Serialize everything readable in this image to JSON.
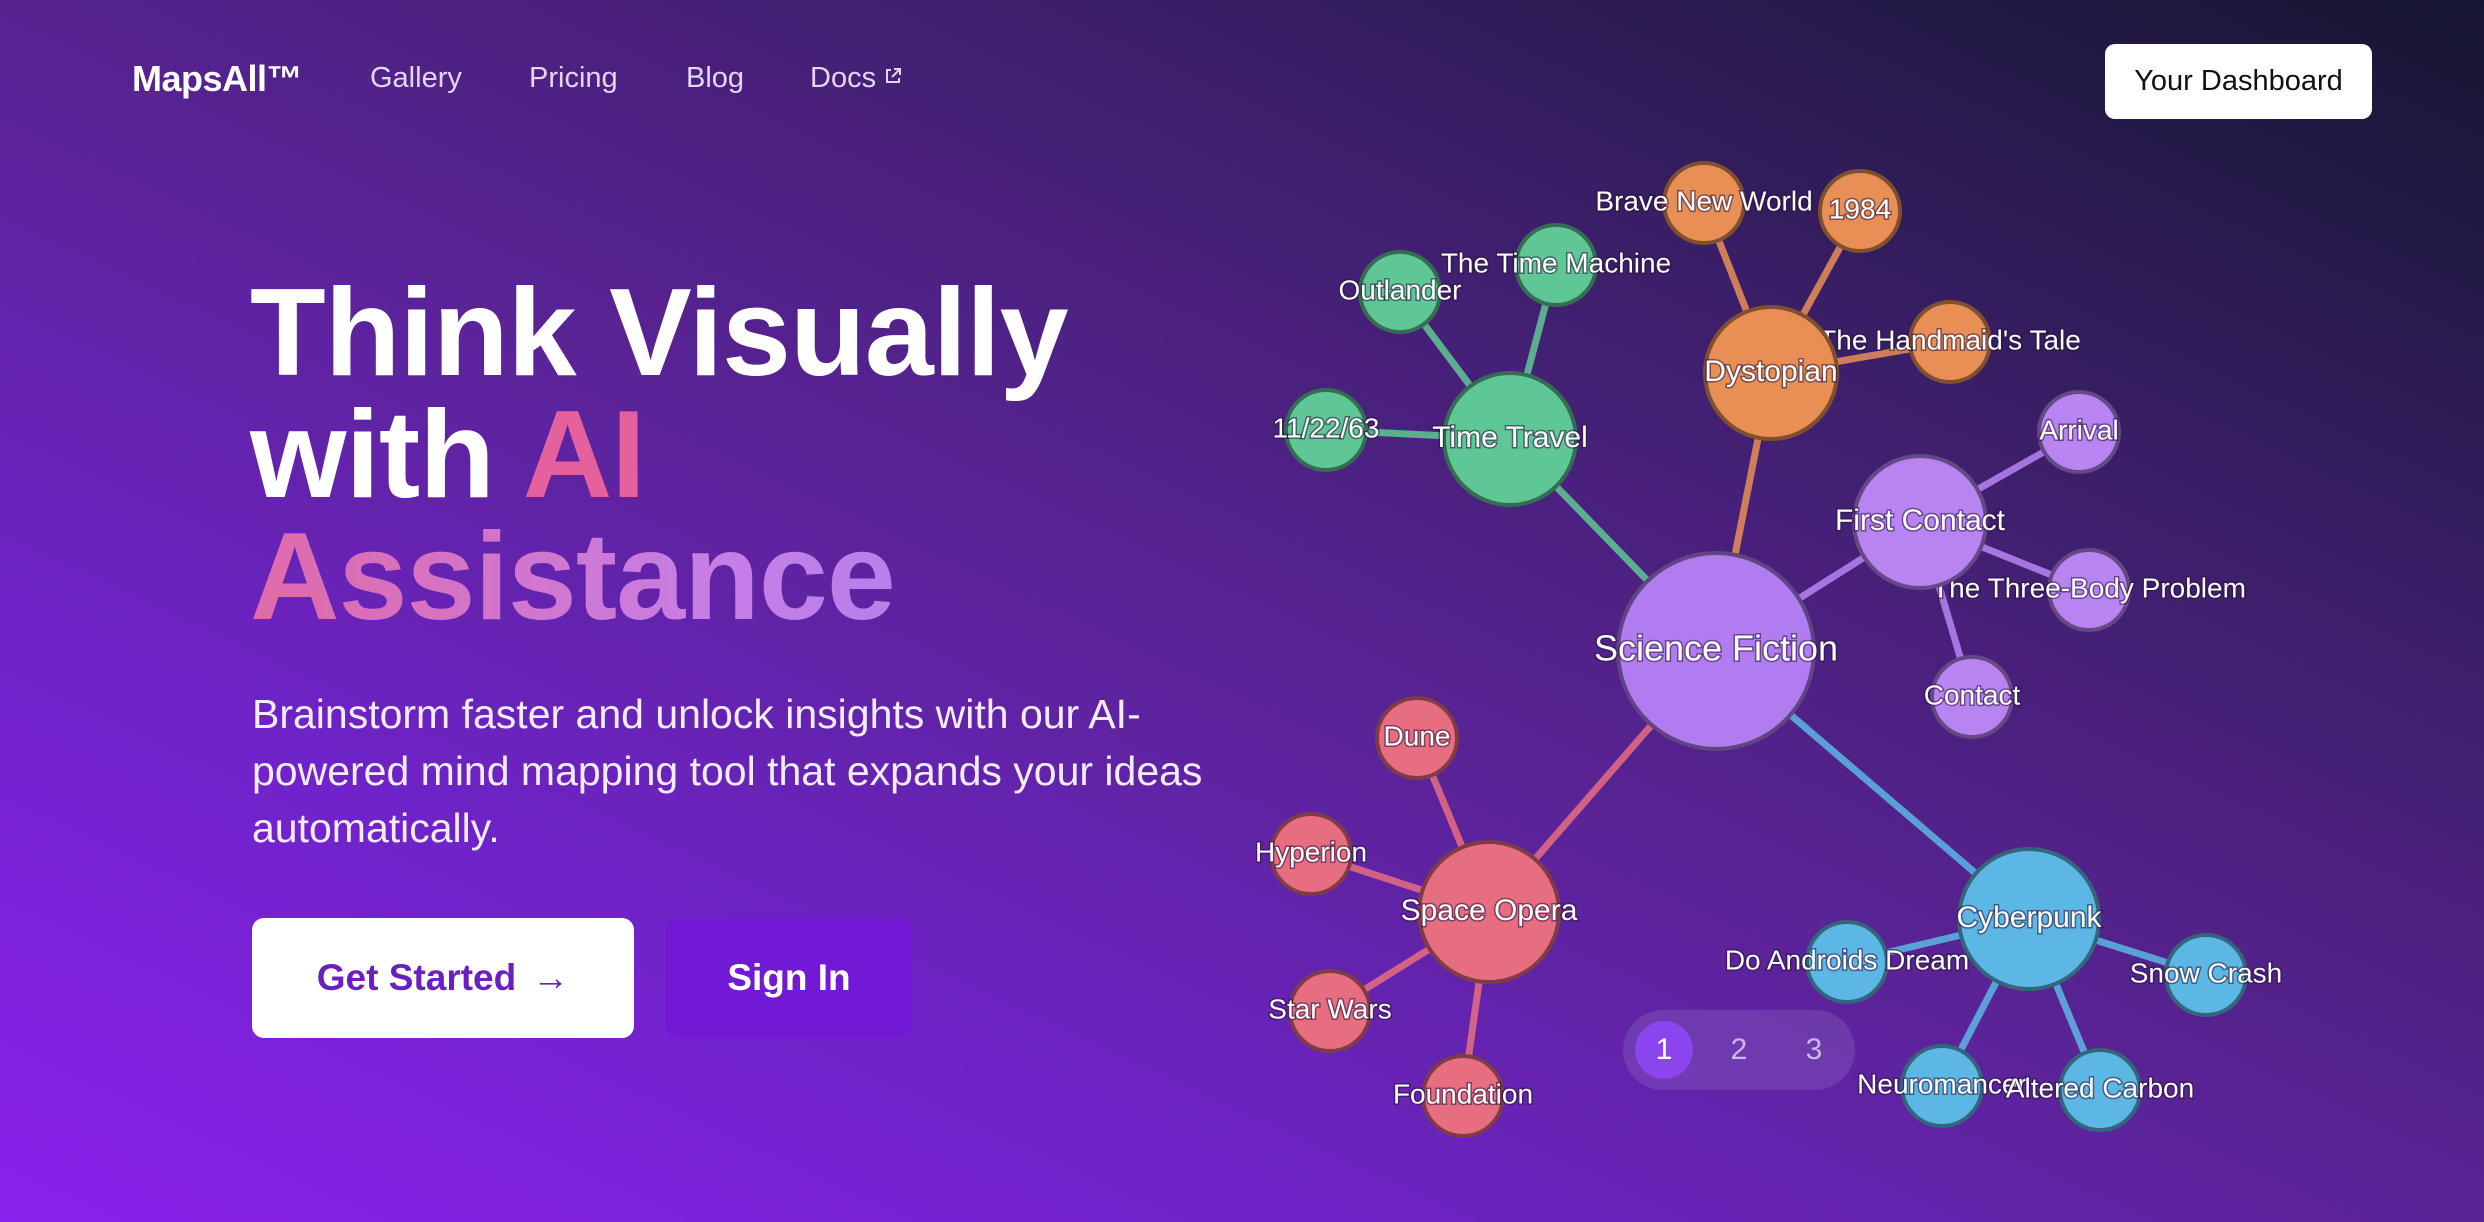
{
  "nav": {
    "logo": "MapsAll™",
    "links": [
      "Gallery",
      "Pricing",
      "Blog",
      "Docs"
    ],
    "docs_icon": "external-link-icon",
    "dashboard_label": "Your Dashboard"
  },
  "hero": {
    "line1": "Think Visually",
    "line2_prefix": "with ",
    "line2_accent": "AI",
    "line3": "Assistance",
    "subtitle": "Brainstorm faster and unlock insights with our AI-powered mind mapping tool that expands your ideas automatically.",
    "cta_primary": "Get Started",
    "cta_primary_icon": "arrow-right-icon",
    "cta_secondary": "Sign In"
  },
  "mindmap": {
    "center": "Science Fiction",
    "branches": [
      {
        "name": "Time Travel",
        "color": "#5fc795",
        "children": [
          "Outlander",
          "The Time Machine",
          "11/22/63"
        ]
      },
      {
        "name": "Dystopian",
        "color": "#e88f56",
        "children": [
          "Brave New World",
          "1984",
          "The Handmaid's Tale"
        ]
      },
      {
        "name": "First Contact",
        "color": "#b884f2",
        "children": [
          "Arrival",
          "The Three-Body Problem",
          "Contact"
        ]
      },
      {
        "name": "Space Opera",
        "color": "#e76d80",
        "children": [
          "Dune",
          "Hyperion",
          "Star Wars",
          "Foundation"
        ]
      },
      {
        "name": "Cyberpunk",
        "color": "#5cb7e4",
        "children": [
          "Do Androids Dream",
          "Snow Crash",
          "Neuromancer",
          "Altered Carbon"
        ]
      }
    ]
  },
  "pagination": {
    "pages": [
      "1",
      "2",
      "3"
    ],
    "active": 0
  },
  "colors": {
    "center": "#b07cf0",
    "brand_purple": "#7219d6",
    "accent_pink": "#e4619e"
  }
}
